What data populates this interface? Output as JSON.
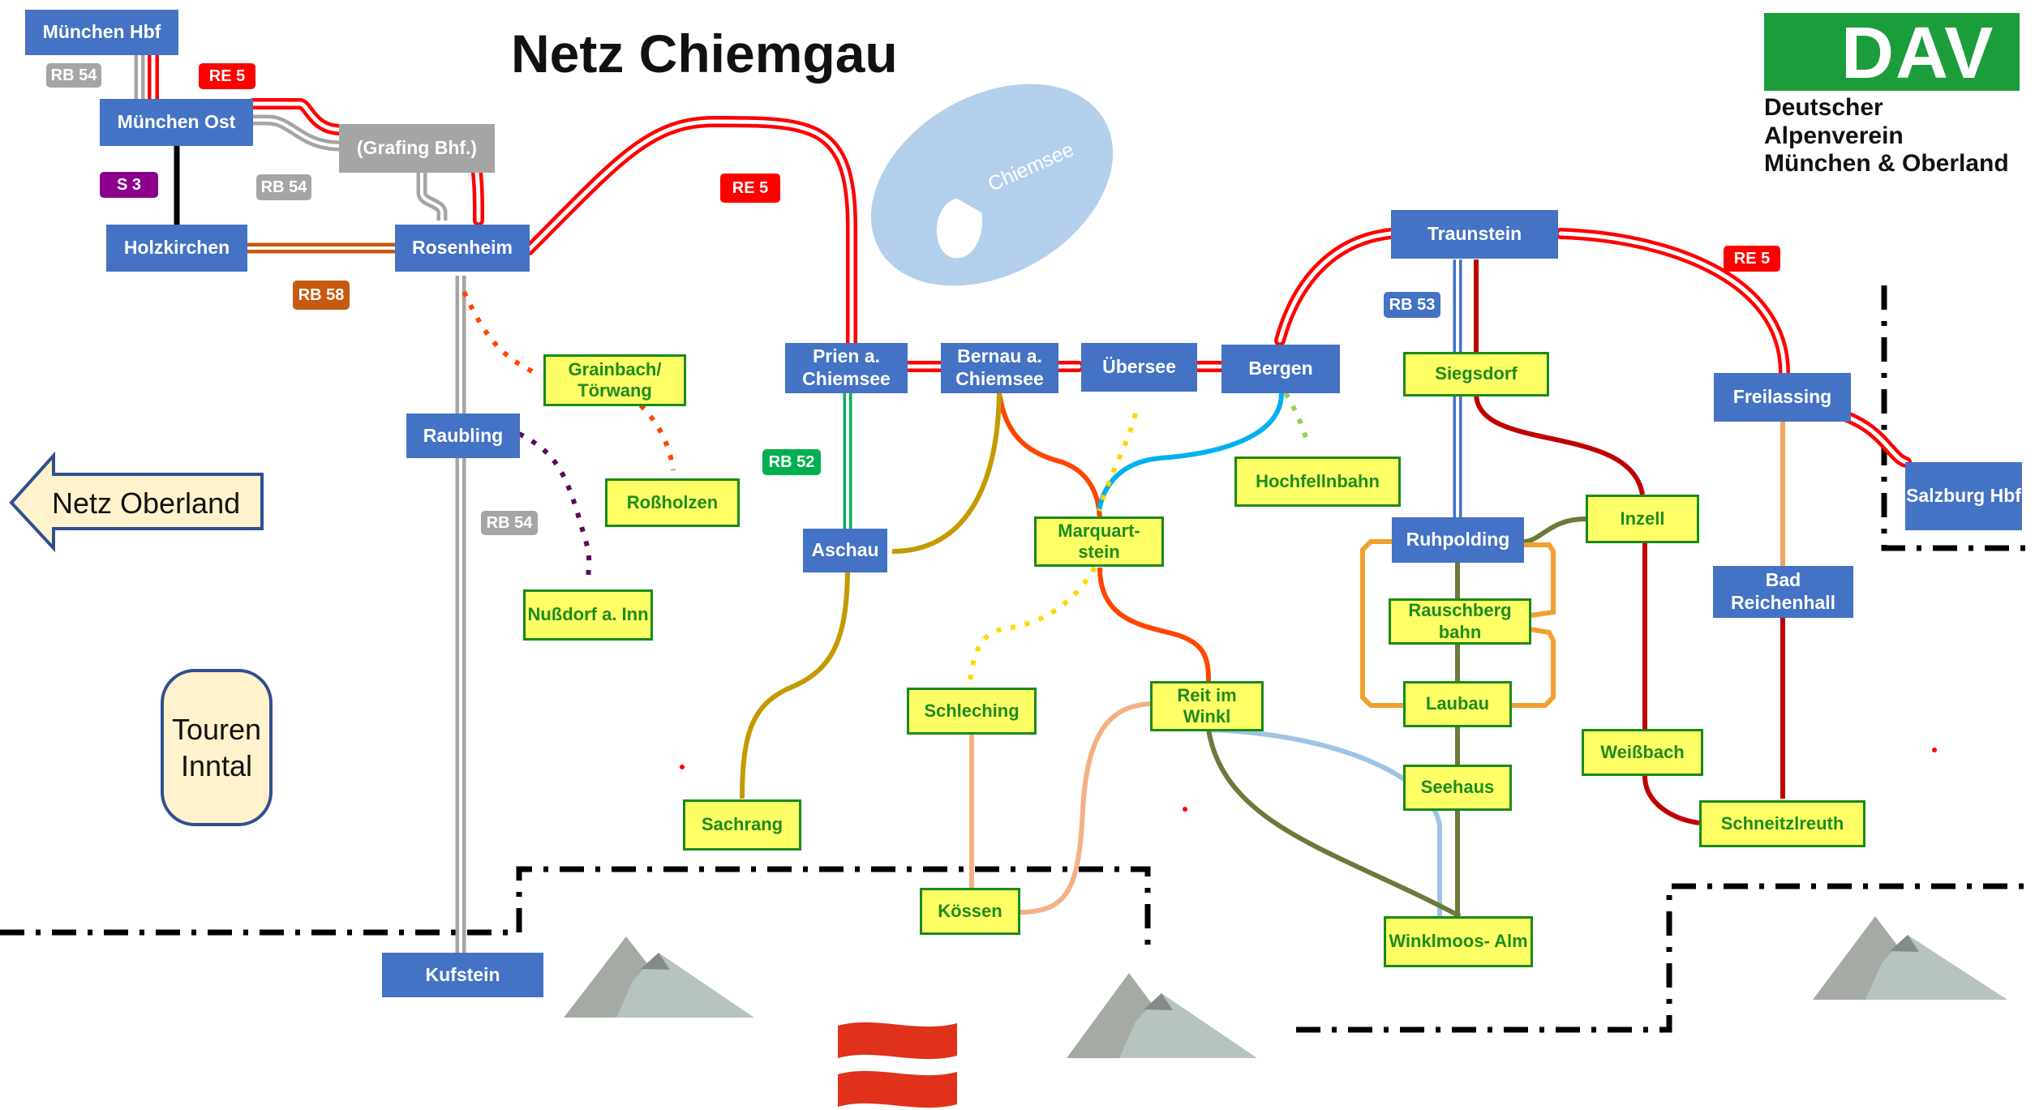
{
  "title": "Netz Chiemgau",
  "colors": {
    "rail_station": "#4472c4",
    "closed_station": "#a5a5a5",
    "hut_fill": "#ffff66",
    "hut_text": "#1e8c1e",
    "re": "#ff0000",
    "rb54": "#a5a5a5",
    "s3": "#8b008b",
    "rb58": "#c55a11",
    "rb52": "#00b050",
    "rb53": "#4472c4",
    "lake": "#b4cfec",
    "dav_green": "#1b9d3b"
  },
  "rail_stations": {
    "muenchen_hbf": "München Hbf",
    "muenchen_ost": "München Ost",
    "holzkirchen": "Holzkirchen",
    "rosenheim": "Rosenheim",
    "raubling": "Raubling",
    "kufstein": "Kufstein",
    "prien": "Prien a. Chiemsee",
    "bernau": "Bernau a. Chiemsee",
    "uebersee": "Übersee",
    "bergen": "Bergen",
    "aschau": "Aschau",
    "traunstein": "Traunstein",
    "ruhpolding": "Ruhpolding",
    "freilassing": "Freilassing",
    "salzburg": "Salzburg Hbf",
    "bad_reichenhall": "Bad Reichenhall"
  },
  "closed_stations": {
    "grafing": "(Grafing Bhf.)"
  },
  "huts": {
    "grainbach": "Grainbach/ Törwang",
    "rossholzen": "Roßholzen",
    "nussdorf": "Nußdorf a. Inn",
    "marquartstein": "Marquart- stein",
    "hochfellnbahn": "Hochfellnbahn",
    "siegsdorf": "Siegsdorf",
    "inzell": "Inzell",
    "rauschberg": "Rauschberg bahn",
    "laubau": "Laubau",
    "seehaus": "Seehaus",
    "winklmoos": "Winklmoos- Alm",
    "weissbach": "Weißbach",
    "schneitzlreuth": "Schneitzlreuth",
    "schleching": "Schleching",
    "reit_im_winkl": "Reit im Winkl",
    "koessen": "Kössen",
    "sachrang": "Sachrang"
  },
  "line_labels": {
    "rb54_a": "RB 54",
    "re5_a": "RE 5",
    "s3": "S 3",
    "rb54_b": "RB 54",
    "rb58": "RB 58",
    "re5_b": "RE 5",
    "rb52": "RB 52",
    "rb54_c": "RB 54",
    "rb53": "RB 53",
    "re5_c": "RE 5"
  },
  "lake": "Chiemsee",
  "links": {
    "netz_oberland": "Netz Oberland",
    "touren_inntal": "Touren Inntal"
  },
  "logo": {
    "name": "DAV",
    "line1": "Deutscher Alpenverein",
    "line2": "München & Oberland"
  },
  "icons": {
    "mountains": "mountain-icon",
    "austria_flag": "austria-flag-icon",
    "edelweiss": "edelweiss-icon"
  }
}
